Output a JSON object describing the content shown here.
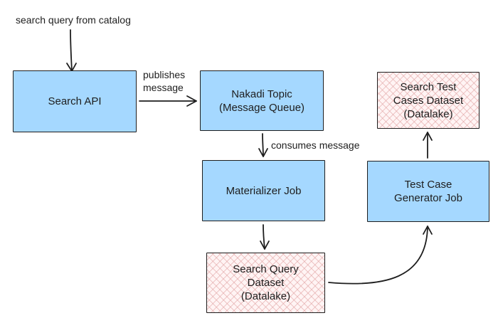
{
  "diagram": {
    "nodes": {
      "search_api": {
        "label": "Search API",
        "kind": "service"
      },
      "nakadi_topic": {
        "label": "Nakadi Topic\n(Message Queue)",
        "kind": "service"
      },
      "materializer_job": {
        "label": "Materializer Job",
        "kind": "service"
      },
      "search_query_dataset": {
        "label": "Search Query\nDataset\n(Datalake)",
        "kind": "dataset"
      },
      "test_case_generator_job": {
        "label": "Test Case\nGenerator Job",
        "kind": "service"
      },
      "search_test_cases_dataset": {
        "label": "Search Test\nCases Dataset\n(Datalake)",
        "kind": "dataset"
      }
    },
    "edge_labels": {
      "input": "search query from catalog",
      "publishes": "publishes\nmessage",
      "consumes": "consumes message"
    },
    "edges": [
      {
        "from": "input",
        "to": "search_api",
        "label": "search query from catalog"
      },
      {
        "from": "search_api",
        "to": "nakadi_topic",
        "label": "publishes\nmessage"
      },
      {
        "from": "nakadi_topic",
        "to": "materializer_job",
        "label": "consumes message"
      },
      {
        "from": "materializer_job",
        "to": "search_query_dataset",
        "label": ""
      },
      {
        "from": "search_query_dataset",
        "to": "test_case_generator_job",
        "label": ""
      },
      {
        "from": "test_case_generator_job",
        "to": "search_test_cases_dataset",
        "label": ""
      }
    ],
    "colors": {
      "service_fill": "#a5d8ff",
      "dataset_hatch": "#e0a0a0",
      "stroke": "#1e1e1e"
    }
  }
}
